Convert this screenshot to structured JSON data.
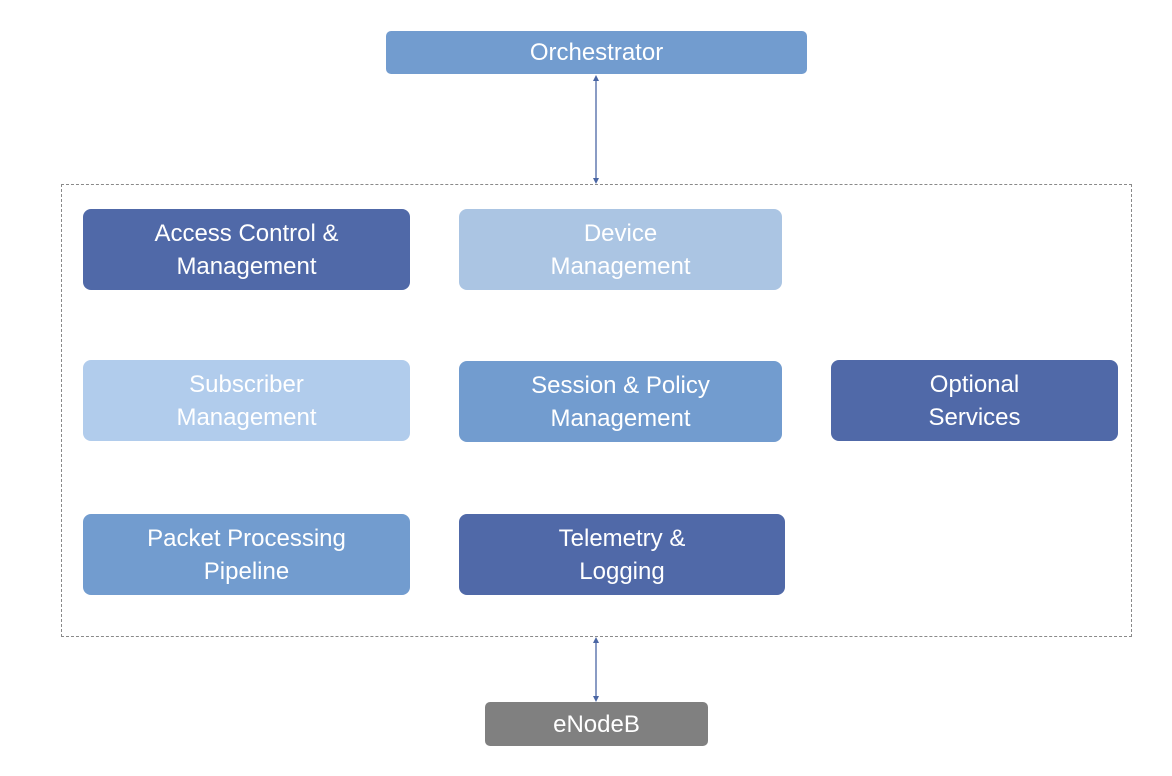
{
  "orchestrator": {
    "label": "Orchestrator",
    "color": "#729ccf"
  },
  "enodeb": {
    "label": "eNodeB",
    "color": "#808080"
  },
  "modules": {
    "access": {
      "label": "Access Control &\nManagement",
      "color": "#5069a8"
    },
    "device": {
      "label": "Device\nManagement",
      "color": "#abc5e3"
    },
    "subscriber": {
      "label": "Subscriber\nManagement",
      "color": "#b1ccec"
    },
    "session": {
      "label": "Session & Policy\nManagement",
      "color": "#729ccf"
    },
    "optional": {
      "label": "Optional\nServices",
      "color": "#5069a8"
    },
    "packet": {
      "label": "Packet Processing\nPipeline",
      "color": "#729ccf"
    },
    "telemetry": {
      "label": "Telemetry &\nLogging",
      "color": "#5069a8"
    }
  },
  "connector_color": "#4a66a4",
  "frame_border_color": "#8a8a8a"
}
